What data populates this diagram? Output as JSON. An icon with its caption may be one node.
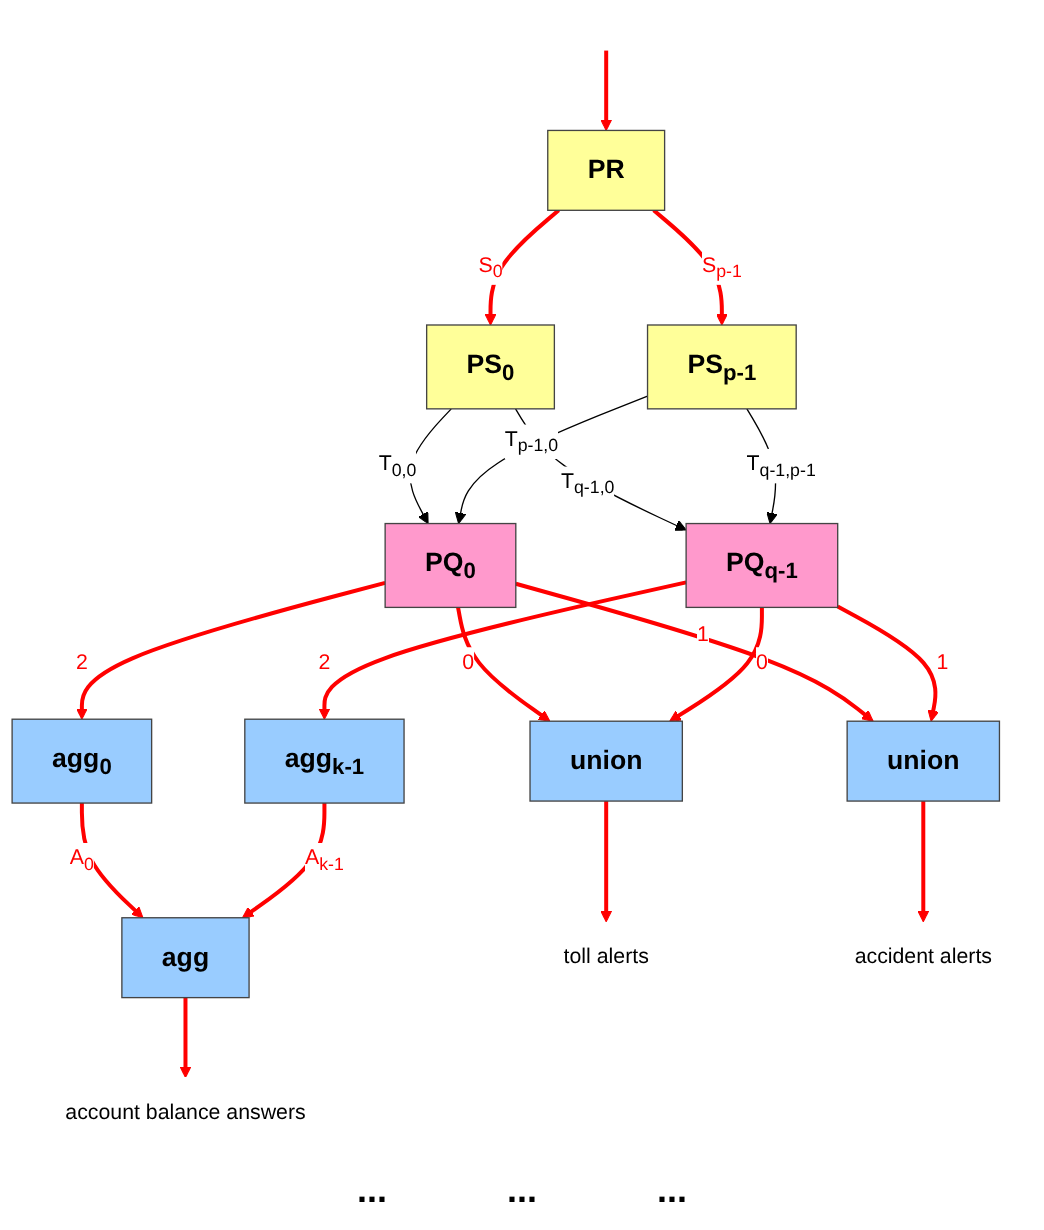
{
  "diagram": {
    "nodes": [
      {
        "text": [
          "PR"
        ]
      },
      {
        "text": [
          "PS$_{0}$"
        ]
      },
      {
        "text": [
          "PS$_{p-1}$"
        ]
      },
      {
        "text": [
          "PQ$_{0}$"
        ]
      },
      {
        "text": [
          "PQ$_{q-1}$"
        ]
      },
      {
        "text": [
          "union"
        ]
      },
      {
        "text": [
          "union"
        ]
      },
      {
        "text": [
          "agg$_{0}$"
        ]
      },
      {
        "text": [
          "agg$_{k-1}$"
        ]
      },
      {
        "text": [
          "agg"
        ]
      },
      {
        "text": [
          "toll alerts"
        ]
      },
      {
        "text": [
          "accident alerts"
        ]
      },
      {
        "text": [
          "account balance answers"
        ]
      }
    ],
    "edges": [
      {
        "from": null,
        "to": 0,
        "arrow": "to"
      },
      {
        "from": 0,
        "to": 1,
        "arrow": "to",
        "label": "S$_{0}$"
      },
      {
        "from": 0,
        "to": 2,
        "arrow": "to",
        "label": "S$_{p-1}$"
      },
      {
        "from": 1,
        "to": 3,
        "arrow": "to",
        "label": "T$_{0,0}$",
        "color": "#000000"
      },
      {
        "from": 1,
        "to": 4,
        "arrow": "to",
        "label": "T$_{q-1,0}$",
        "color": "#000000"
      },
      {
        "from": 2,
        "to": 3,
        "arrow": "to",
        "label": "T$_{p-1,0}$",
        "color": "#000000"
      },
      {
        "from": 2,
        "to": 4,
        "arrow": "to",
        "label": "T$_{q-1,p-1}$",
        "color": "#000000"
      },
      {
        "from": 3,
        "to": 5,
        "arrow": "to",
        "label": "0"
      },
      {
        "from": 3,
        "to": 6,
        "arrow": "to",
        "label": "1"
      },
      {
        "from": 3,
        "to": 7,
        "arrow": "to",
        "label": "2"
      },
      {
        "from": 4,
        "to": 5,
        "arrow": "to",
        "label": "0"
      },
      {
        "from": 4,
        "to": 6,
        "arrow": "to",
        "label": "1"
      },
      {
        "from": 4,
        "to": 8,
        "arrow": "to",
        "label": "2"
      },
      {
        "from": 7,
        "to": 9,
        "arrow": "to",
        "label": "A$_{0}$"
      },
      {
        "from": 8,
        "to": 9,
        "arrow": "to",
        "label": "A$_{k-1}$"
      },
      {
        "from": 5,
        "to": 10,
        "arrow": "to"
      },
      {
        "from": 6,
        "to": 11,
        "arrow": "to"
      },
      {
        "from": 9,
        "to": 12,
        "arrow": "to"
      }
    ],
    "labels": [
      "...",
      "...",
      "..."
    ]
  }
}
